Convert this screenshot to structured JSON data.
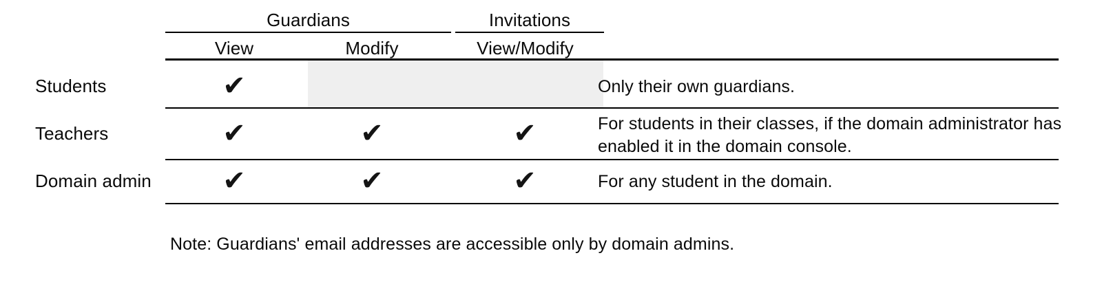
{
  "table": {
    "group_headers": [
      {
        "label": "Guardians",
        "span_cols": [
          "View",
          "Modify"
        ]
      },
      {
        "label": "Invitations",
        "span_cols": [
          "View/Modify"
        ]
      }
    ],
    "column_headers": [
      "View",
      "Modify",
      "View/Modify"
    ],
    "row_label_header": "",
    "check_glyph": "✔",
    "shade_color": "#efefef",
    "rule_color": "#000000",
    "rows": [
      {
        "label": "Students",
        "cells": [
          {
            "column": "View",
            "checked": true,
            "shaded": false
          },
          {
            "column": "Modify",
            "checked": false,
            "shaded": true
          },
          {
            "column": "View/Modify",
            "checked": false,
            "shaded": true
          }
        ],
        "description": "Only their own guardians."
      },
      {
        "label": "Teachers",
        "cells": [
          {
            "column": "View",
            "checked": true,
            "shaded": false
          },
          {
            "column": "Modify",
            "checked": true,
            "shaded": false
          },
          {
            "column": "View/Modify",
            "checked": true,
            "shaded": false
          }
        ],
        "description": "For students in their classes, if the domain administrator has enabled it in the domain console."
      },
      {
        "label": "Domain admin",
        "cells": [
          {
            "column": "View",
            "checked": true,
            "shaded": false
          },
          {
            "column": "Modify",
            "checked": true,
            "shaded": false
          },
          {
            "column": "View/Modify",
            "checked": true,
            "shaded": false
          }
        ],
        "description": "For any student in the domain."
      }
    ]
  },
  "note": "Note: Guardians' email addresses are accessible only by domain admins."
}
